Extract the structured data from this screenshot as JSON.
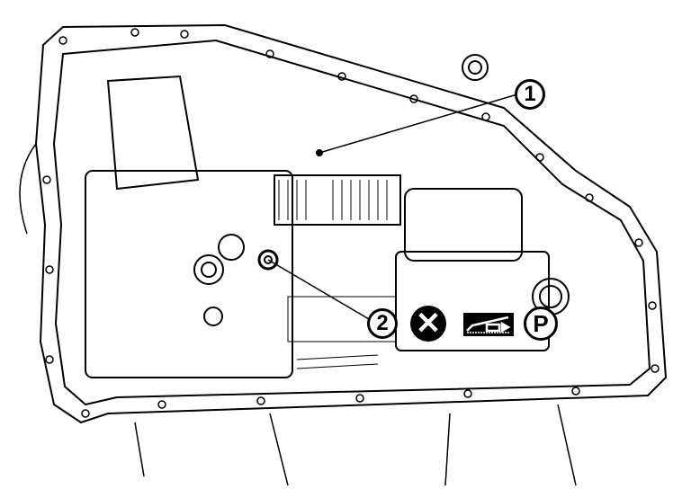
{
  "diagram": {
    "callouts": [
      {
        "label": "1"
      },
      {
        "label": "2"
      }
    ],
    "symbols": {
      "do_not_reuse": "✕",
      "sealant_icon": "liquid-gasket-icon",
      "parking": "P"
    }
  }
}
